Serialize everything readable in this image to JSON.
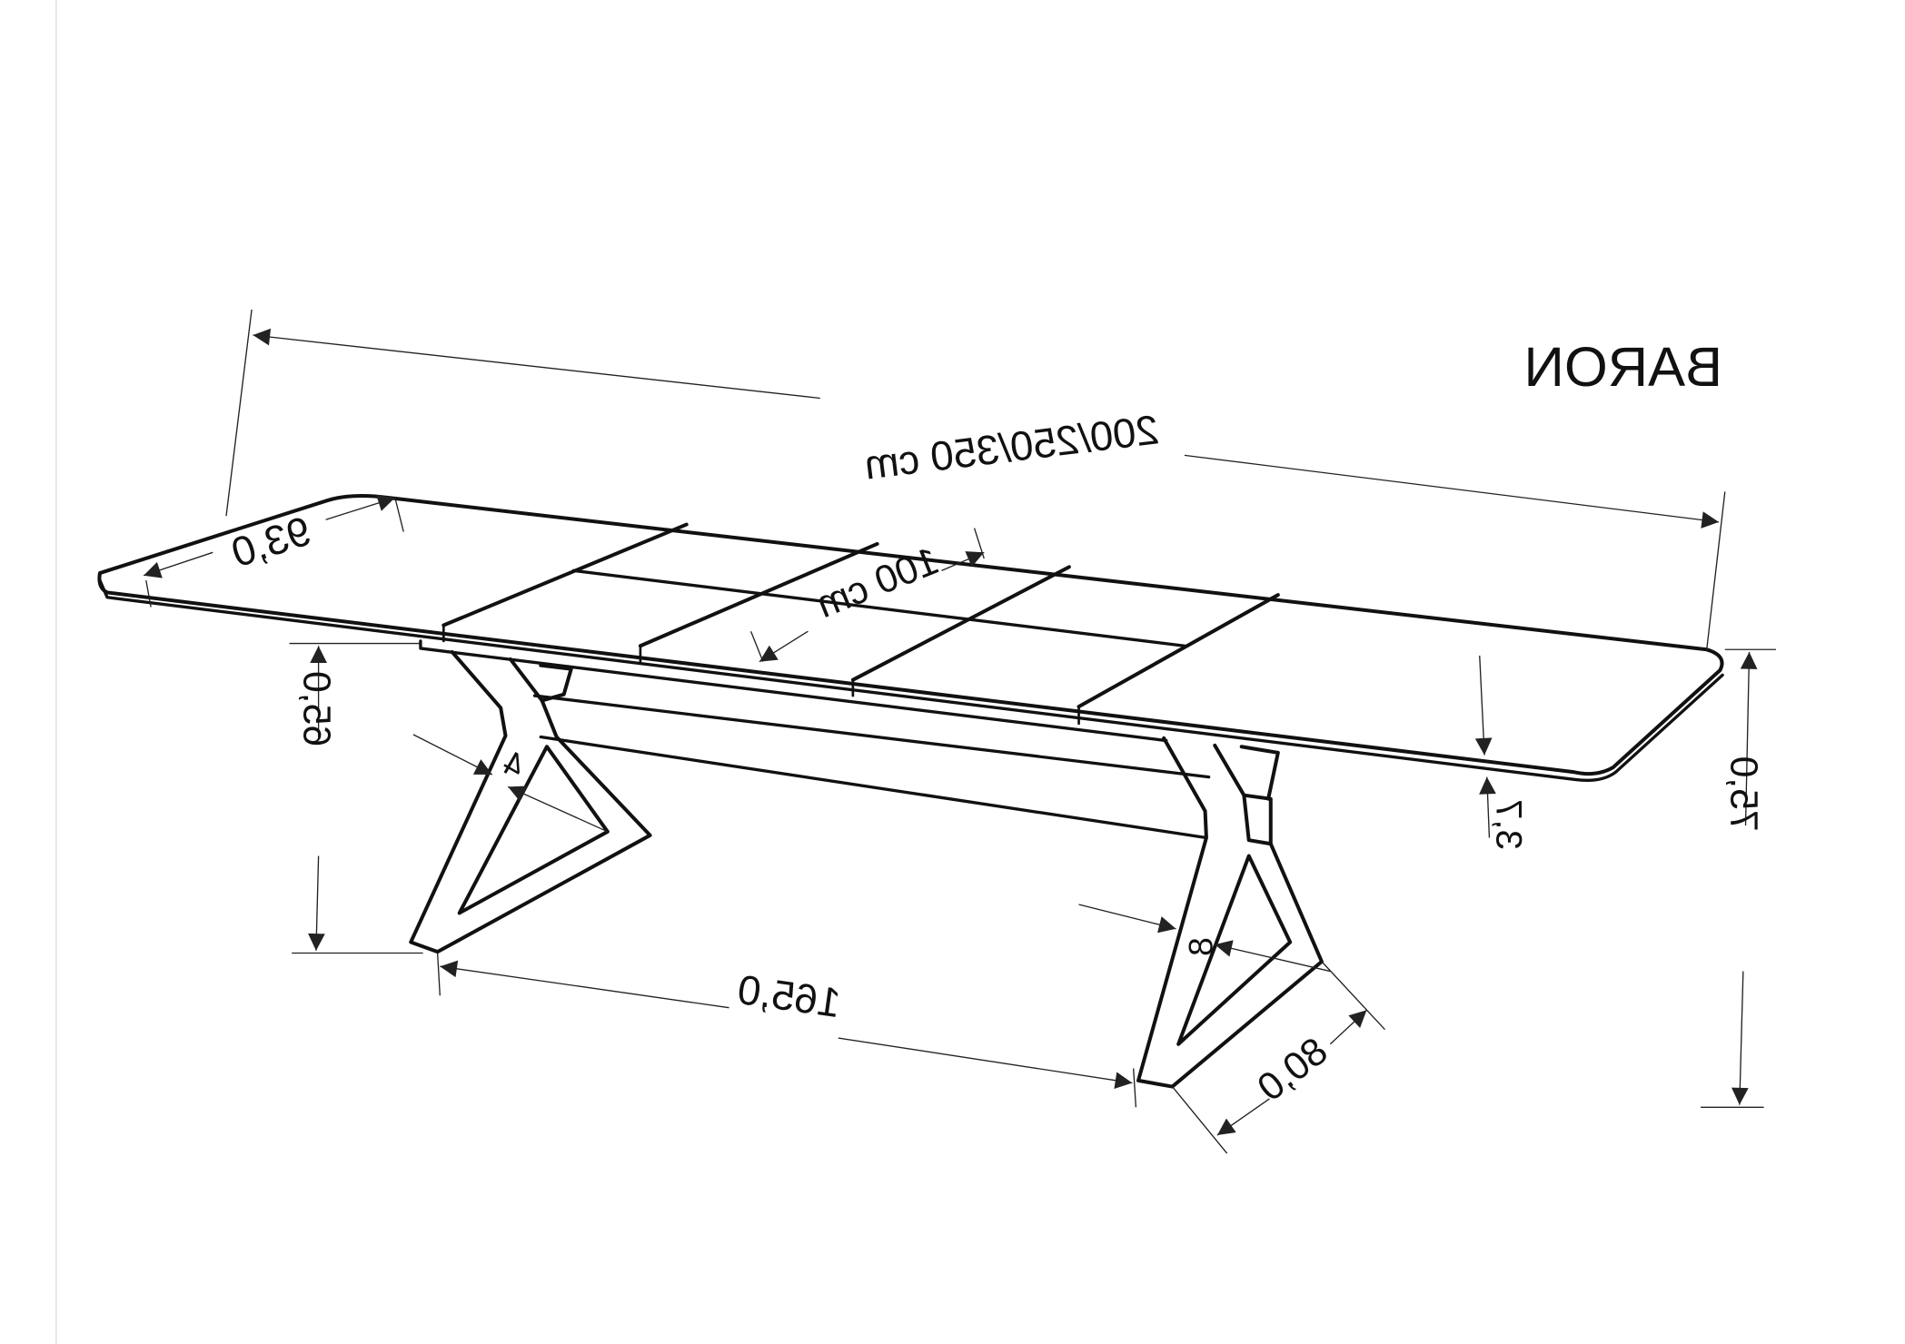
{
  "title": "BARON",
  "dimensions": {
    "length": "200/250/350 cm",
    "width": "93,0",
    "extension": "100 cm",
    "top_thickness": "3,7",
    "height": "75,0",
    "leg_clearance_height": "65,0",
    "leg_spacing": "165,0",
    "leg_depth": "80,0",
    "leg_width_4": "4",
    "leg_width_8": "8"
  },
  "colors": {
    "line": "#111111",
    "background": "#ffffff"
  }
}
